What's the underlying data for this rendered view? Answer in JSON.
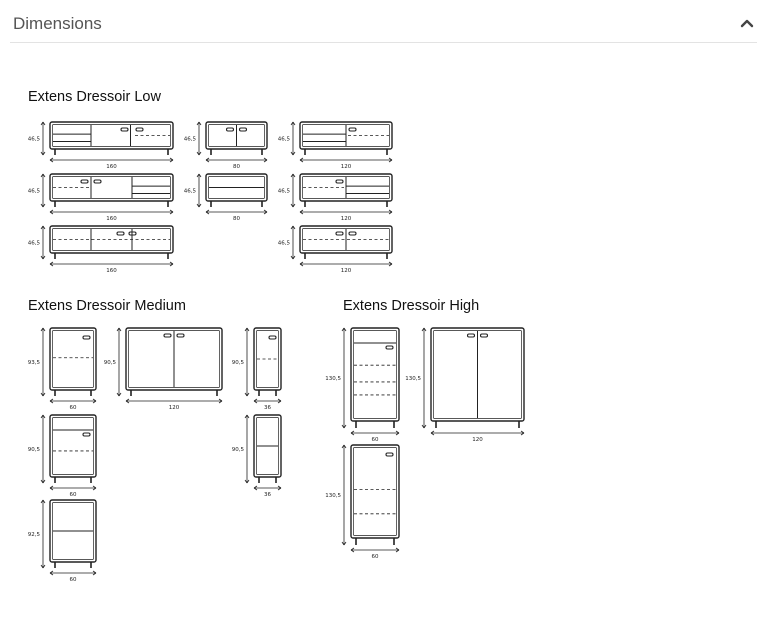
{
  "header": {
    "title": "Dimensions",
    "toggle_icon": "chevron-up-icon"
  },
  "sections": {
    "low": {
      "title": "Extens Dressoir Low"
    },
    "medium": {
      "title": "Extens Dressoir Medium"
    },
    "high": {
      "title": "Extens Dressoir High"
    }
  },
  "variants": [
    {
      "section": "low",
      "height_label": "46,5",
      "width_label": "160",
      "fronts": "drawers-left-doors"
    },
    {
      "section": "low",
      "height_label": "46,5",
      "width_label": "80",
      "fronts": "two-doors"
    },
    {
      "section": "low",
      "height_label": "46,5",
      "width_label": "120",
      "fronts": "drawers-left-door"
    },
    {
      "section": "low",
      "height_label": "46,5",
      "width_label": "160",
      "fronts": "doors-drawers-right"
    },
    {
      "section": "low",
      "height_label": "46,5",
      "width_label": "80",
      "fronts": "open"
    },
    {
      "section": "low",
      "height_label": "46,5",
      "width_label": "120",
      "fronts": "door-drawers-right"
    },
    {
      "section": "low",
      "height_label": "46,5",
      "width_label": "160",
      "fronts": "four-doors"
    },
    {
      "section": "low",
      "height_label": "46,5",
      "width_label": "120",
      "fronts": "three-doors"
    },
    {
      "section": "medium",
      "height_label": "93,5",
      "width_label": "60",
      "fronts": "door"
    },
    {
      "section": "medium",
      "height_label": "90,5",
      "width_label": "120",
      "fronts": "two-doors"
    },
    {
      "section": "medium",
      "height_label": "90,5",
      "width_label": "36",
      "fronts": "narrow-door"
    },
    {
      "section": "medium",
      "height_label": "90,5",
      "width_label": "60",
      "fronts": "drawer-door"
    },
    {
      "section": "medium",
      "height_label": "90,5",
      "width_label": "36",
      "fronts": "narrow-open"
    },
    {
      "section": "medium",
      "height_label": "92,5",
      "width_label": "60",
      "fronts": "open"
    },
    {
      "section": "high",
      "height_label": "130,5",
      "width_label": "60",
      "fronts": "drawer-door"
    },
    {
      "section": "high",
      "height_label": "130,5",
      "width_label": "120",
      "fronts": "two-doors"
    },
    {
      "section": "high",
      "height_label": "130,5",
      "width_label": "60",
      "fronts": "door"
    }
  ]
}
